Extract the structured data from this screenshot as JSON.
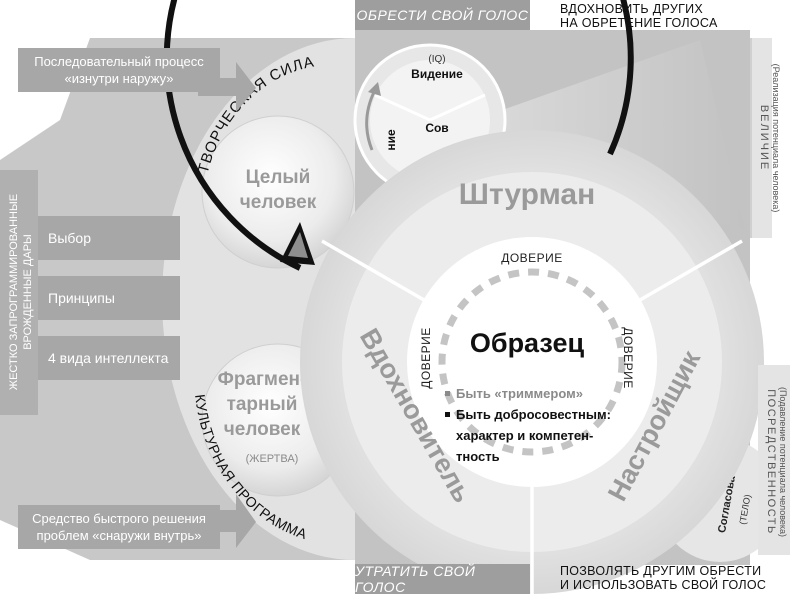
{
  "top_left_label": "ОБРЕСТИ СВОЙ ГОЛОС",
  "top_right_text": [
    "ВДОХНОВИТЬ ДРУГИХ",
    "НА ОБРЕТЕНИЕ ГОЛОСА"
  ],
  "bottom_left_label": "УТРАТИТЬ СВОЙ ГОЛОС",
  "bottom_right_text": [
    "ПОЗВОЛЯТЬ ДРУГИМ ОБРЕСТИ",
    "И ИСПОЛЬЗОВАТЬ СВОЙ ГОЛОС"
  ],
  "callout_top": [
    "Последовательный процесс",
    "«изнутри наружу»"
  ],
  "callout_bottom": [
    "Средство быстрого решения",
    "проблем «снаружи внутрь»"
  ],
  "left_vertical": [
    "ЖЕСТКО ЗАПРОГРАММИРОВАННЫЕ",
    "ВРОЖДЕННЫЕ ДАРЫ"
  ],
  "left_boxes": [
    "Выбор",
    "Принципы",
    "4 вида интеллекта"
  ],
  "creative_force": "ТВОРЧЕСКАЯ СИЛА",
  "cultural_program": "КУЛЬТУРНАЯ ПРОГРАММА",
  "whole_person": [
    "Целый",
    "человек"
  ],
  "fragmented_person": [
    "Фрагмен-",
    "тарный",
    "человек"
  ],
  "victim": "(ЖЕРТВА)",
  "inner_circle": {
    "iq": "(IQ)",
    "vision": "Видение",
    "partial_word": "Сов",
    "partial_word_2": "ние"
  },
  "right_top_vertical": [
    "ВЕЛИЧИЕ",
    "(Реализация потенциала человека)"
  ],
  "right_bottom_vertical": [
    "ПОСРЕДСТВЕННОСТЬ",
    "(Подавление потенциала человека)"
  ],
  "right_small": [
    "Согласова",
    "(ТЕЛО)"
  ],
  "big_circle": {
    "navigator": "Штурман",
    "inspirer": "Вдохновитель",
    "tuner": "Настройщик",
    "trust": "ДОВЕРИЕ",
    "center_title": "Образец",
    "item1": "Быть «триммером»",
    "item2": [
      "Быть добросовестным:",
      "характер и компетен-",
      "тность"
    ]
  },
  "colors": {
    "grey_band": "#b4b4b4",
    "box": "#a7a7a7",
    "dark_ring": "#111111",
    "muted_text": "#8a8a8a"
  }
}
